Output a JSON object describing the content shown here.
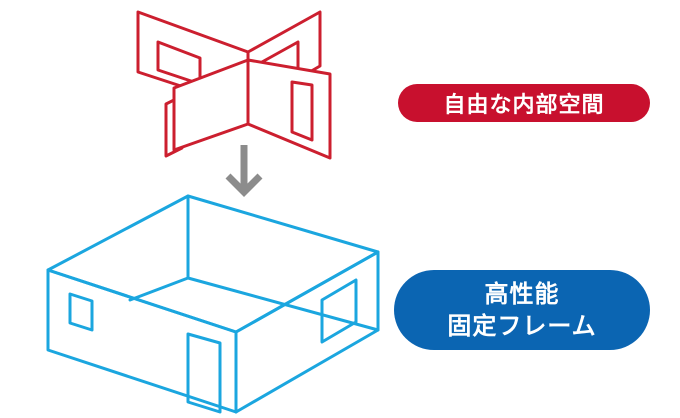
{
  "colors": {
    "partition_red": "#cc1f2f",
    "frame_blue": "#1ba6df",
    "arrow_gray": "#8c8c8c",
    "pill_red": "#c8102e",
    "pill_blue": "#0b65b2",
    "pill_text": "#ffffff"
  },
  "labels": {
    "partitions": "自由な内部空間",
    "frame_line1": "高性能",
    "frame_line2": "固定フレーム"
  },
  "icons": {
    "partition_walls": "cross-partition-walls-icon",
    "down_arrow": "down-arrow-icon",
    "box_frame": "isometric-box-frame-icon"
  }
}
